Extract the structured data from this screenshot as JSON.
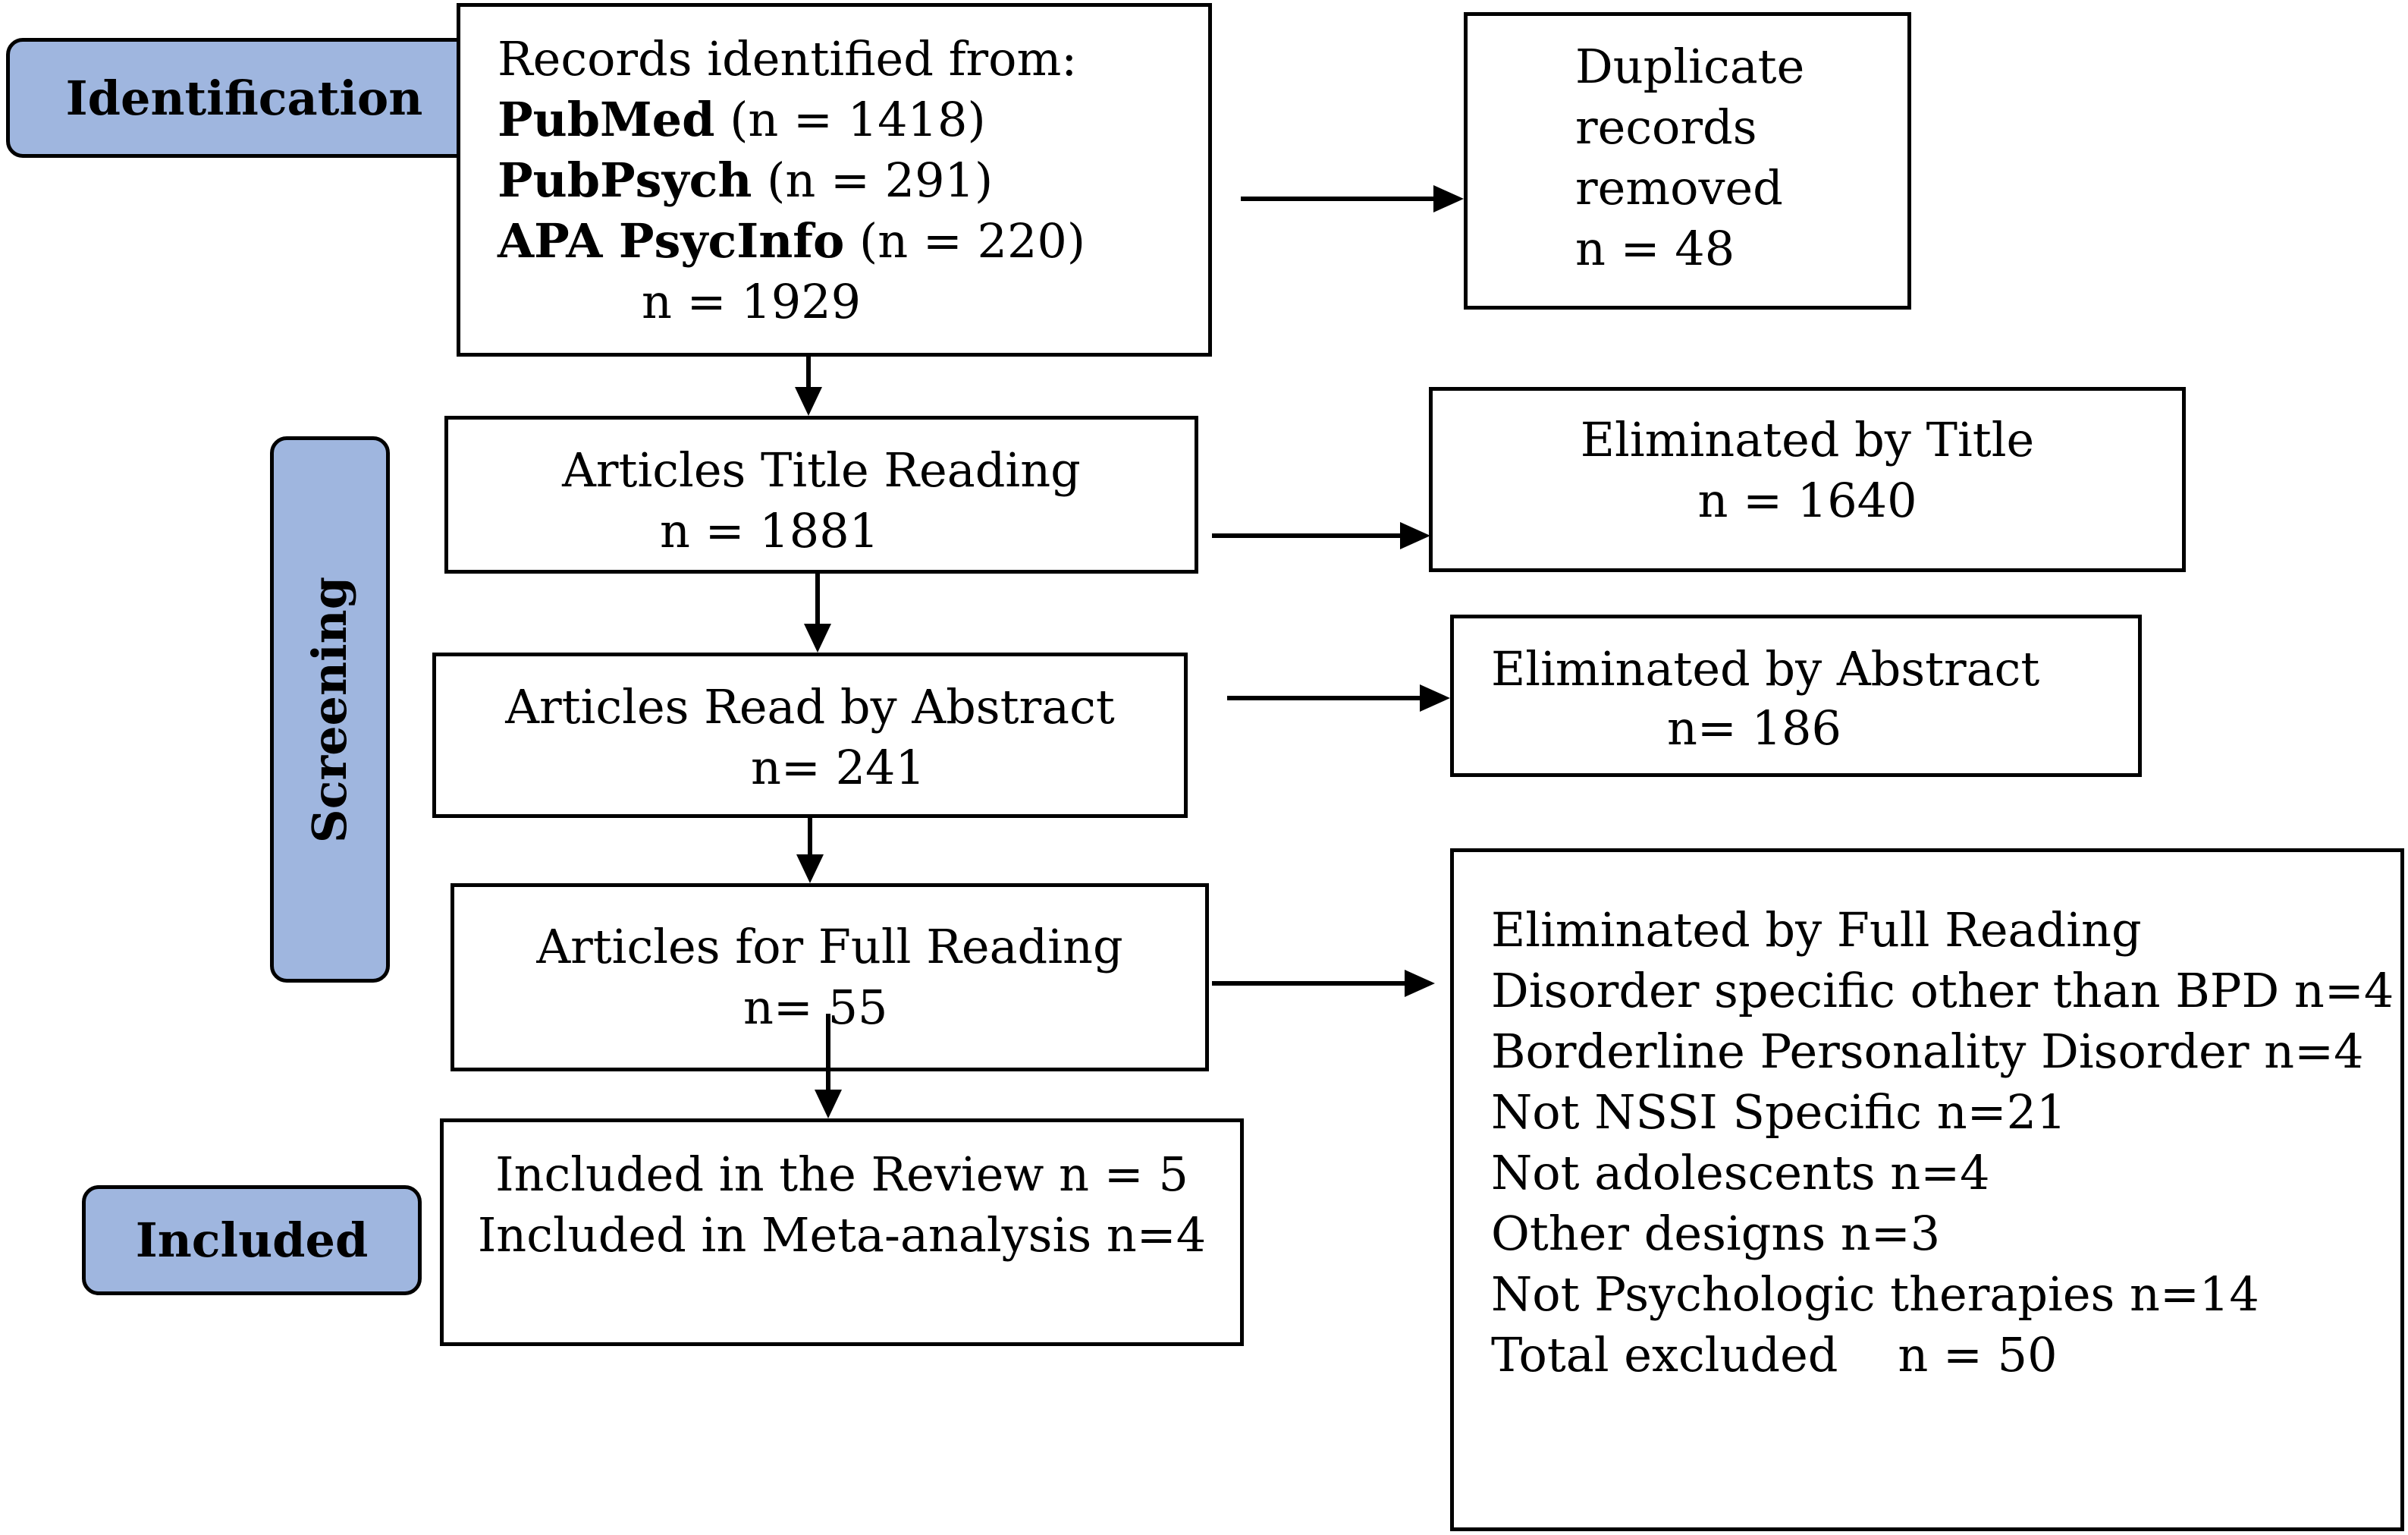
{
  "stages": {
    "identification": "Identification",
    "screening": "Screening",
    "included": "Included"
  },
  "identification_box": {
    "heading": "Records identified from:",
    "sources": [
      {
        "name": "PubMed",
        "count": "(n = 1418)"
      },
      {
        "name": "PubPsych",
        "count": "(n = 291)"
      },
      {
        "name": "APA PsycInfo",
        "count": "(n = 220)"
      }
    ],
    "total": "n = 1929"
  },
  "duplicates_box": {
    "lines": [
      "Duplicate",
      "records",
      "removed",
      "n = 48"
    ]
  },
  "title_box": {
    "label": "Articles Title Reading",
    "count": "n = 1881"
  },
  "title_excluded_box": {
    "label": "Eliminated by Title",
    "count": "n = 1640"
  },
  "abstract_box": {
    "label": "Articles Read by Abstract",
    "count": "n= 241"
  },
  "abstract_excluded_box": {
    "label": "Eliminated by Abstract",
    "count": "n= 186"
  },
  "fulltext_box": {
    "label": "Articles for Full Reading",
    "count": "n= 55"
  },
  "fulltext_excluded_box": {
    "lines": [
      "Eliminated by Full Reading",
      "Disorder specific other than BPD n=4",
      "Borderline Personality Disorder n=4",
      "Not NSSI Specific n=21",
      "Not adolescents n=4",
      "Other designs n=3",
      "Not Psychologic therapies n=14",
      "Total excluded    n = 50"
    ]
  },
  "included_box": {
    "review": "Included in the Review n = 5",
    "meta": "Included in Meta-analysis n=4"
  }
}
